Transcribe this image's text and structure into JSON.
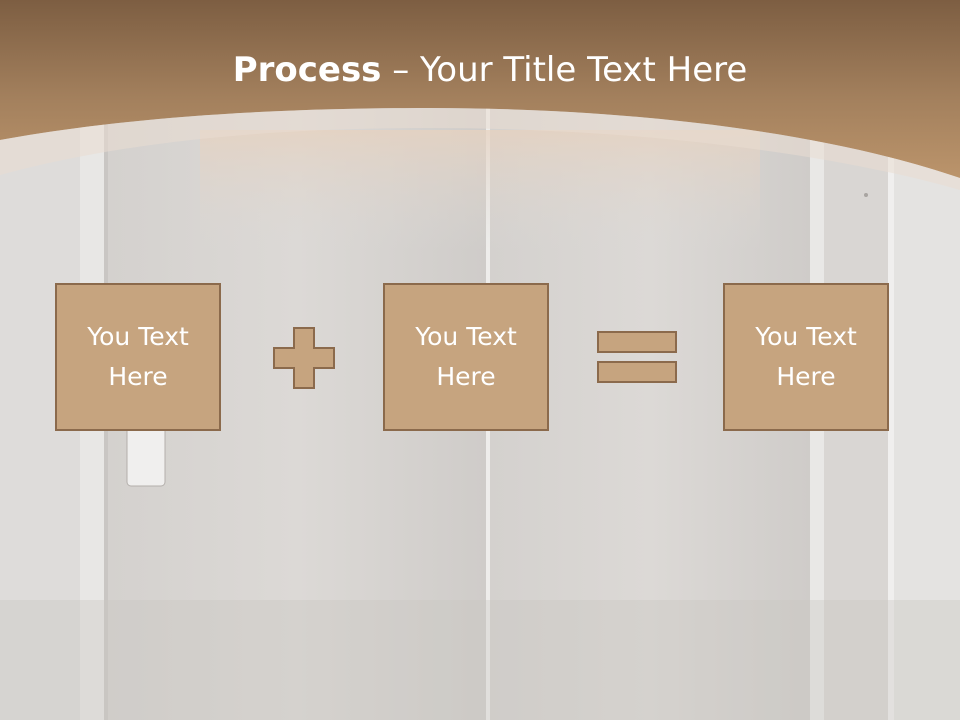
{
  "slide": {
    "title_bold": "Process",
    "title_rest": " – Your Title Text Here",
    "boxes": [
      {
        "line1": "You Text",
        "line2": "Here"
      },
      {
        "line1": "You Text",
        "line2": "Here"
      },
      {
        "line1": "You Text",
        "line2": "Here"
      }
    ],
    "operators": [
      "plus-icon",
      "equals-icon"
    ]
  },
  "colors": {
    "header_top": "#7d5e42",
    "header_bottom": "#b89168",
    "box_fill": "#c6a47f",
    "box_border": "#8b6a4c",
    "text": "#ffffff"
  }
}
